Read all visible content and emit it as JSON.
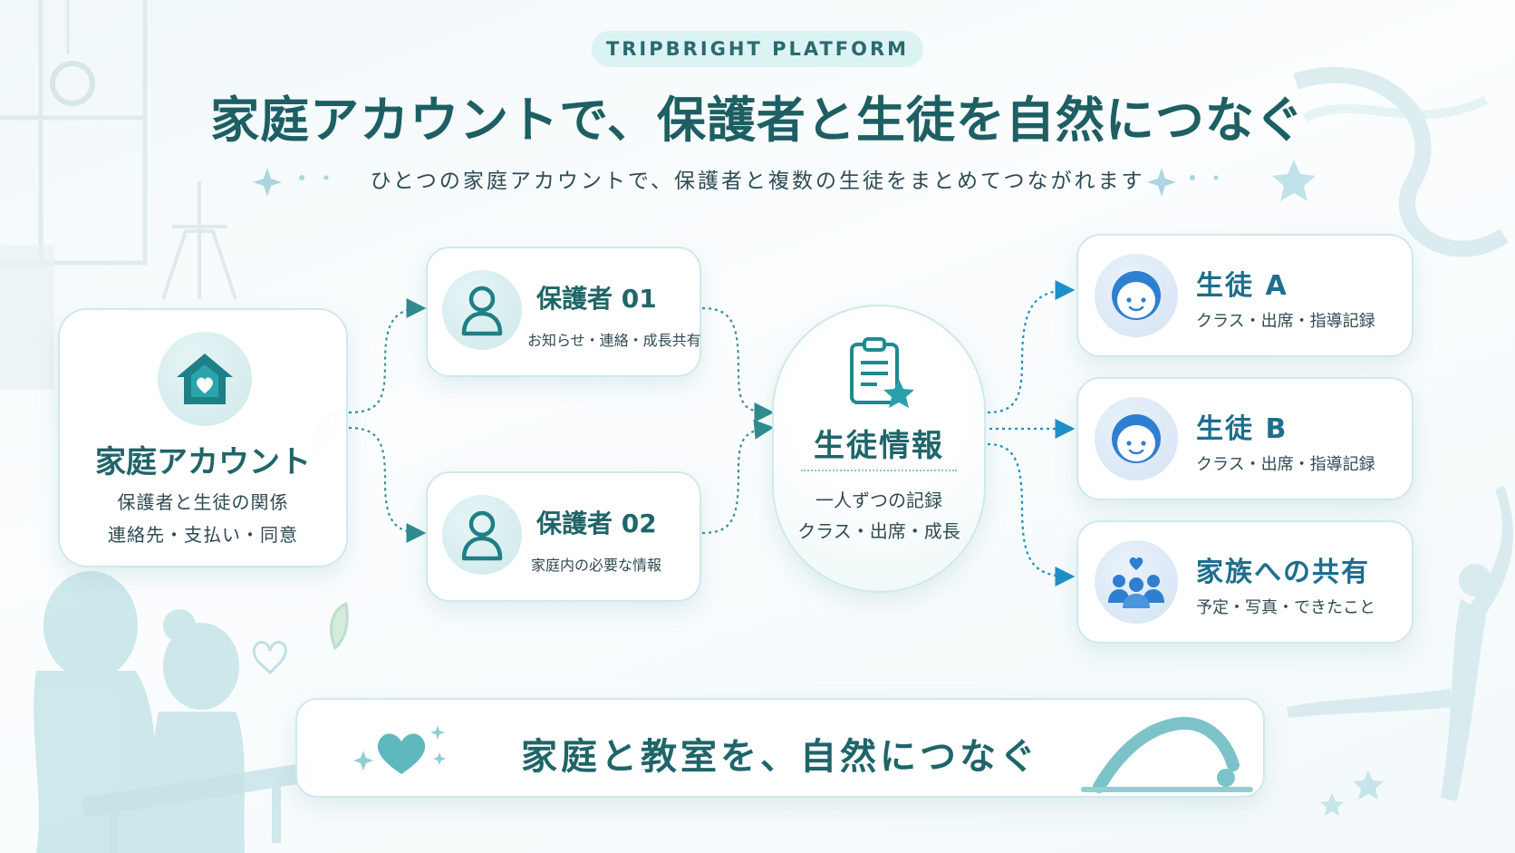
{
  "header": {
    "platform_label": "TRIPBRIGHT PLATFORM",
    "title": "家庭アカウントで、保護者と生徒を自然につなぐ",
    "subtitle": "ひとつの家庭アカウントで、保護者と複数の生徒をまとめてつながれます"
  },
  "family_account": {
    "title": "家庭アカウント",
    "line1": "保護者と生徒の関係",
    "line2": "連絡先・支払い・同意",
    "icon": "house-heart-icon"
  },
  "guardians": [
    {
      "title": "保護者 01",
      "desc": "お知らせ・連絡・成長共有",
      "icon": "person-icon"
    },
    {
      "title": "保護者 02",
      "desc": "家庭内の必要な情報",
      "icon": "person-icon"
    }
  ],
  "student_info": {
    "title": "生徒情報",
    "line1": "一人ずつの記録",
    "line2": "クラス・出席・成長",
    "icon": "clipboard-star-icon"
  },
  "outputs": [
    {
      "title": "生徒 A",
      "desc": "クラス・出席・指導記録",
      "icon": "child-face-icon"
    },
    {
      "title": "生徒 B",
      "desc": "クラス・出席・指導記録",
      "icon": "child-face-icon"
    },
    {
      "title": "家族への共有",
      "desc": "予定・写真・できたこと",
      "icon": "family-heart-icon"
    }
  ],
  "footer": {
    "tagline": "家庭と教室を、自然につなぐ",
    "icon": "heart-icon"
  },
  "colors": {
    "primary": "#1f6569",
    "accent_blue": "#1e8fc7",
    "connector": "#3c8e93",
    "card_border": "#cfe9ea"
  }
}
